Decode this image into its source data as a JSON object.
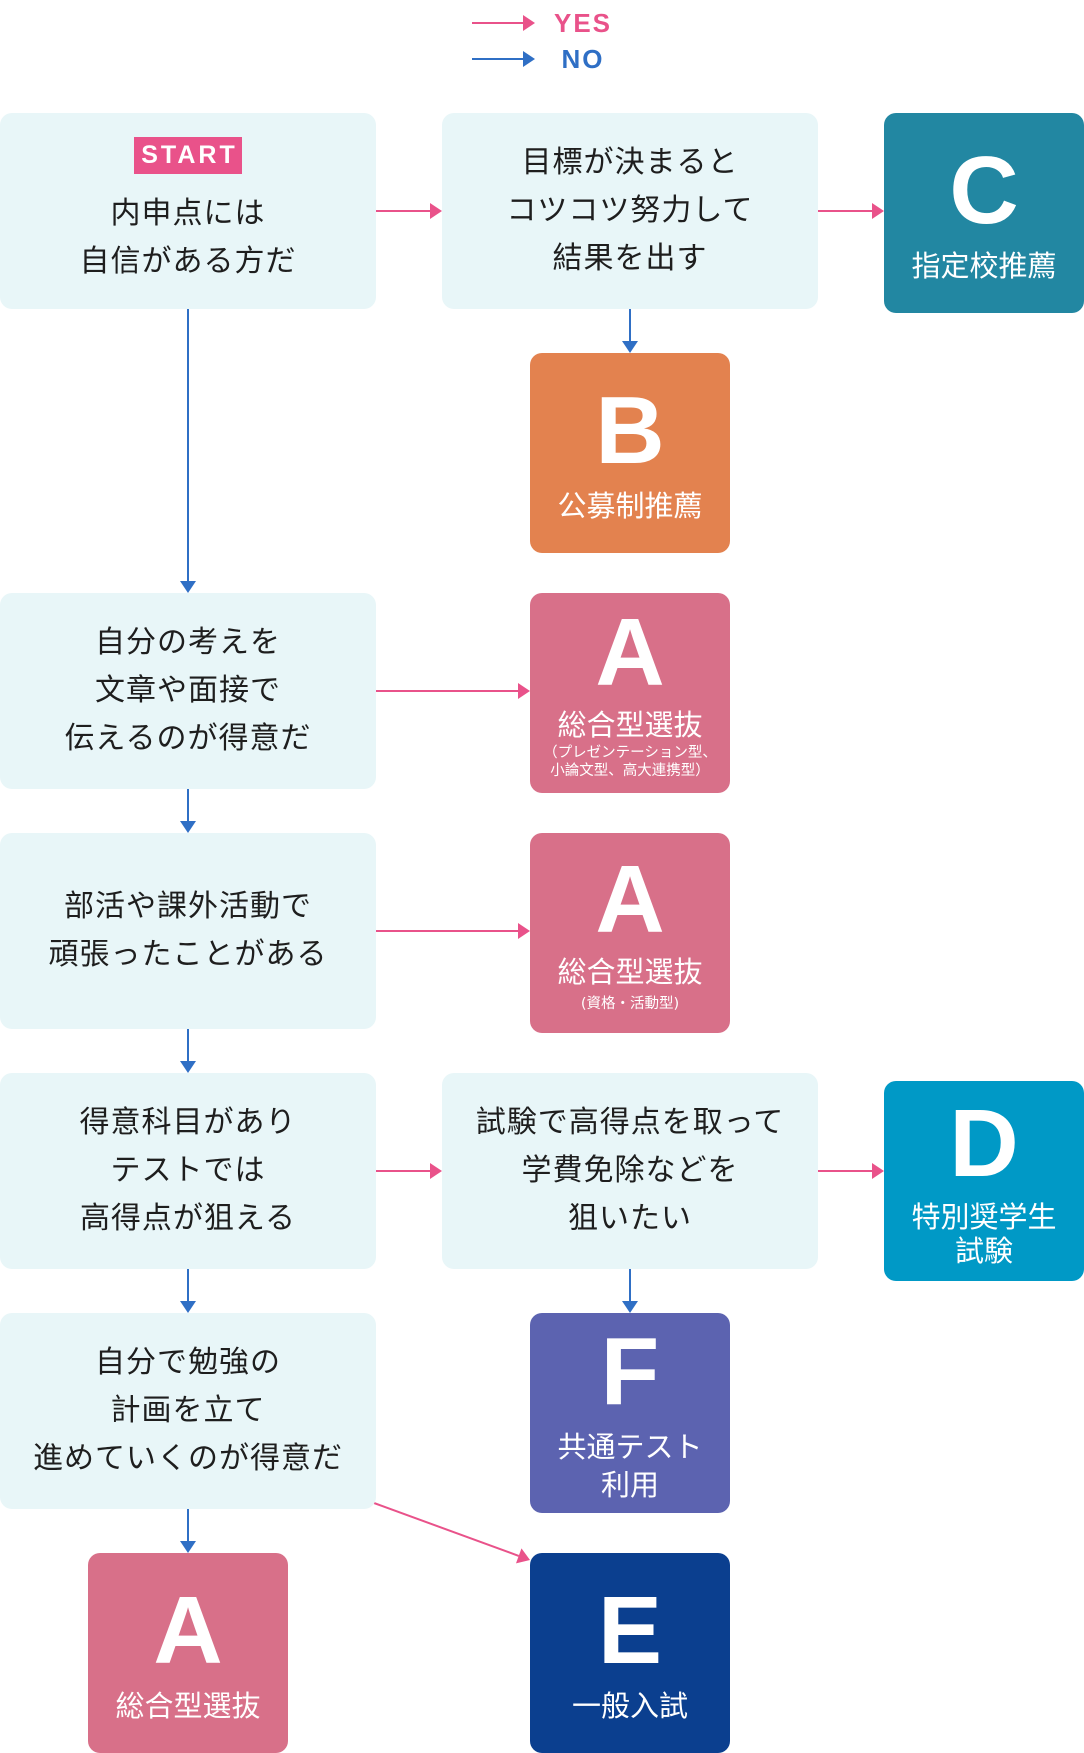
{
  "legend": {
    "yes_label": "YES",
    "no_label": "NO"
  },
  "colors": {
    "yes": "#e9528a",
    "no": "#2f6fc5",
    "question_bg": "#e8f6f8",
    "start_badge": "#e9528a"
  },
  "questions": [
    {
      "id": "q1",
      "badge": "START",
      "lines": [
        "内申点には",
        "自信がある方だ"
      ]
    },
    {
      "id": "q2",
      "lines": [
        "目標が決まると",
        "コツコツ努力して",
        "結果を出す"
      ]
    },
    {
      "id": "q3",
      "lines": [
        "自分の考えを",
        "文章や面接で",
        "伝えるのが得意だ"
      ]
    },
    {
      "id": "q4",
      "lines": [
        "部活や課外活動で",
        "頑張ったことがある"
      ]
    },
    {
      "id": "q5",
      "lines": [
        "得意科目があり",
        "テストでは",
        "高得点が狙える"
      ]
    },
    {
      "id": "q6",
      "lines": [
        "試験で高得点を取って",
        "学費免除などを",
        "狙いたい"
      ]
    },
    {
      "id": "q7",
      "lines": [
        "自分で勉強の",
        "計画を立て",
        "進めていくのが得意だ"
      ]
    }
  ],
  "results": [
    {
      "id": "C",
      "letter": "C",
      "label": [
        "指定校推薦"
      ],
      "color": "#2287a2"
    },
    {
      "id": "B",
      "letter": "B",
      "label": [
        "公募制推薦"
      ],
      "color": "#e3824f"
    },
    {
      "id": "A1",
      "letter": "A",
      "label": [
        "総合型選抜"
      ],
      "sub": [
        "（プレゼンテーション型、",
        "小論文型、高大連携型）"
      ],
      "color": "#d87089"
    },
    {
      "id": "A2",
      "letter": "A",
      "label": [
        "総合型選抜"
      ],
      "sub": [
        "(資格・活動型)"
      ],
      "color": "#d87089"
    },
    {
      "id": "D",
      "letter": "D",
      "label": [
        "特別奨学生",
        "試験"
      ],
      "color": "#0099c6"
    },
    {
      "id": "F",
      "letter": "F",
      "label": [
        "共通テスト",
        "利用"
      ],
      "color": "#5c63b0"
    },
    {
      "id": "A3",
      "letter": "A",
      "label": [
        "総合型選抜"
      ],
      "color": "#d87089"
    },
    {
      "id": "E",
      "letter": "E",
      "label": [
        "一般入試"
      ],
      "color": "#0b3f8f"
    }
  ],
  "connections": [
    {
      "from": "q1",
      "to": "q2",
      "answer": "yes"
    },
    {
      "from": "q1",
      "to": "q3",
      "answer": "no"
    },
    {
      "from": "q2",
      "to": "C",
      "answer": "yes"
    },
    {
      "from": "q2",
      "to": "B",
      "answer": "no"
    },
    {
      "from": "q3",
      "to": "A1",
      "answer": "yes"
    },
    {
      "from": "q3",
      "to": "q4",
      "answer": "no"
    },
    {
      "from": "q4",
      "to": "A2",
      "answer": "yes"
    },
    {
      "from": "q4",
      "to": "q5",
      "answer": "no"
    },
    {
      "from": "q5",
      "to": "q6",
      "answer": "yes"
    },
    {
      "from": "q5",
      "to": "q7",
      "answer": "no"
    },
    {
      "from": "q6",
      "to": "D",
      "answer": "yes"
    },
    {
      "from": "q6",
      "to": "F",
      "answer": "no"
    },
    {
      "from": "q7",
      "to": "E",
      "answer": "yes"
    },
    {
      "from": "q7",
      "to": "A3",
      "answer": "no"
    }
  ]
}
